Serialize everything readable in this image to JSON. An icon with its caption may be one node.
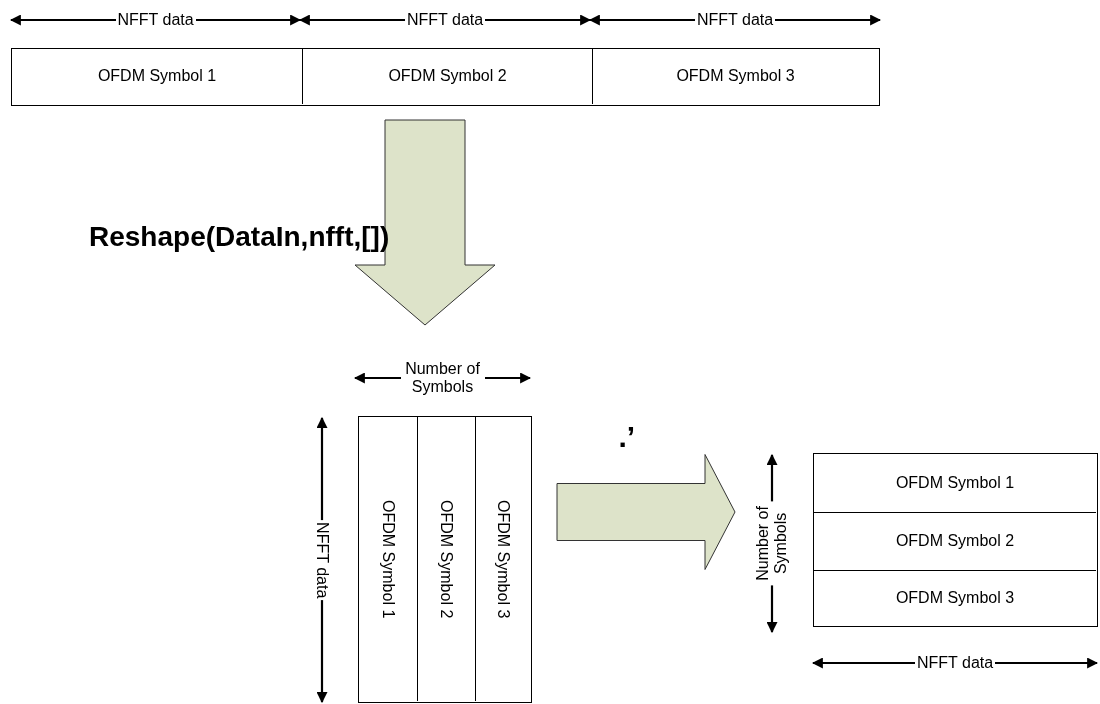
{
  "diagram": {
    "nodes": [
      {
        "text": [],
        "shape": "box"
      },
      {
        "text": [
          "OFDM Symbol 1"
        ],
        "in": 0
      },
      {
        "text": [
          "OFDM Symbol 2"
        ],
        "in": 0
      },
      {
        "text": [
          "OFDM Symbol 3"
        ],
        "in": 0
      },
      {
        "text": [],
        "shape": "box"
      },
      {
        "text": [
          "OFDM Symbol 1"
        ],
        "in": 4
      },
      {
        "text": [
          "OFDM Symbol 2"
        ],
        "in": 4
      },
      {
        "text": [
          "OFDM Symbol 3"
        ],
        "in": 4
      },
      {
        "text": [],
        "shape": "box"
      },
      {
        "text": [
          "OFDM Symbol 1"
        ],
        "in": 8
      },
      {
        "text": [
          "OFDM Symbol 2"
        ],
        "in": 8
      },
      {
        "text": [
          "OFDM Symbol 3"
        ],
        "in": 8
      }
    ],
    "edges": [
      {
        "from": 0,
        "to": 4,
        "arrow": "to",
        "style": "thick",
        "label": "Reshape(DataIn,nfft,[])"
      },
      {
        "from": 4,
        "to": 8,
        "arrow": "to",
        "style": "thick",
        "label": ".’"
      }
    ],
    "labels": [
      "NFFT data",
      "NFFT data",
      "NFFT data",
      "Number of Symbols",
      "NFFT data",
      "Number of Symbols",
      "NFFT data"
    ]
  }
}
